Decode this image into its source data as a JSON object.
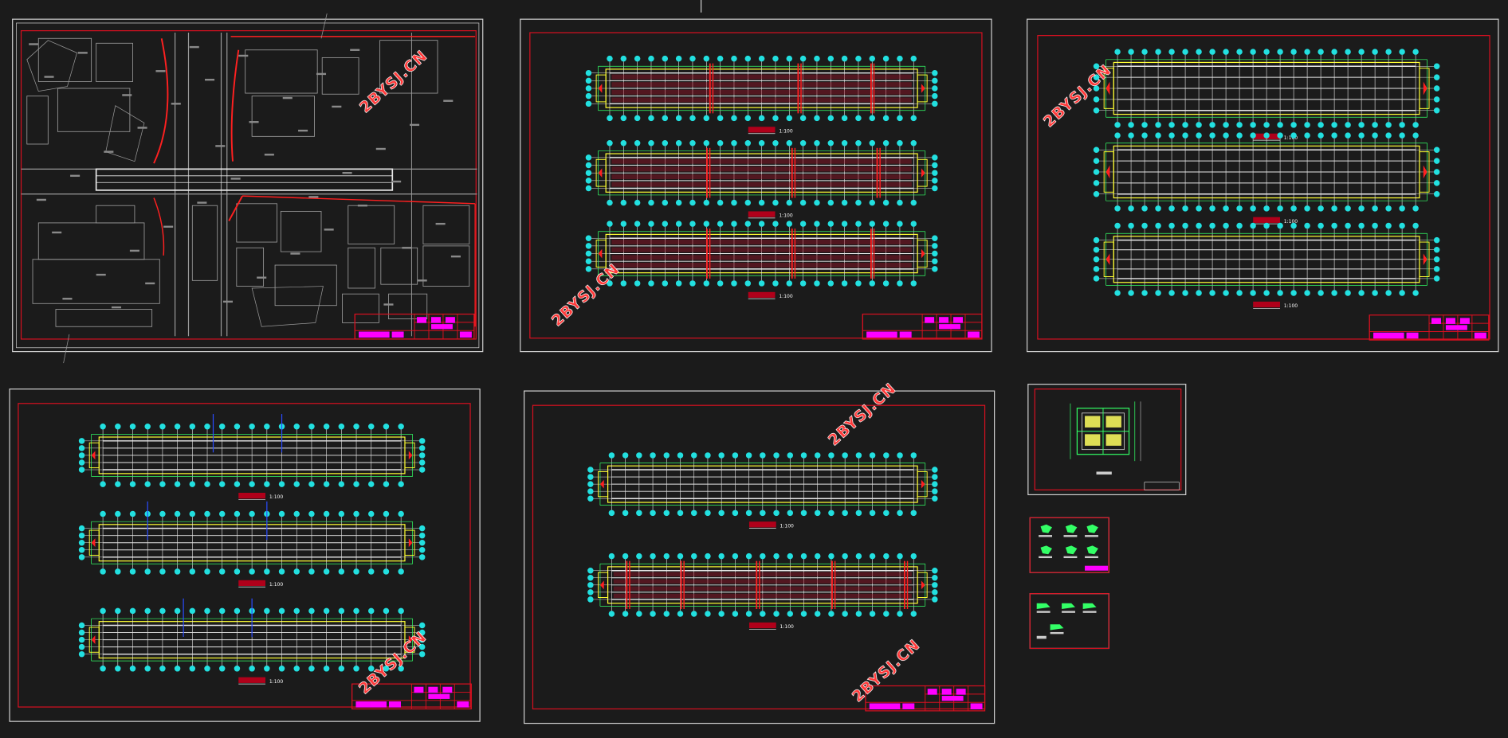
{
  "watermark": {
    "text": "2BYSJ.CN",
    "color": "#ff3a3a"
  },
  "colors": {
    "background": "#1b1b1b",
    "sheet_border": "#d0d0d0",
    "inner_frame": "#d81020",
    "plan_line": "#e8e8e8",
    "column_bubble": "#22e0e0",
    "yellow_line": "#ffff33",
    "green_line": "#33ff66",
    "title_block_fill": "#ff00ff",
    "map_line": "#9a9a9a",
    "red_accent": "#ff2020"
  },
  "scale_text": "1:100",
  "sheets": [
    {
      "name": "site-plan-sheet"
    },
    {
      "name": "plan-sheet-1"
    },
    {
      "name": "plan-sheet-2"
    },
    {
      "name": "plan-sheet-3"
    },
    {
      "name": "plan-sheet-4"
    },
    {
      "name": "section-sheet"
    },
    {
      "name": "detail-sheet-1"
    },
    {
      "name": "detail-sheet-2"
    }
  ]
}
